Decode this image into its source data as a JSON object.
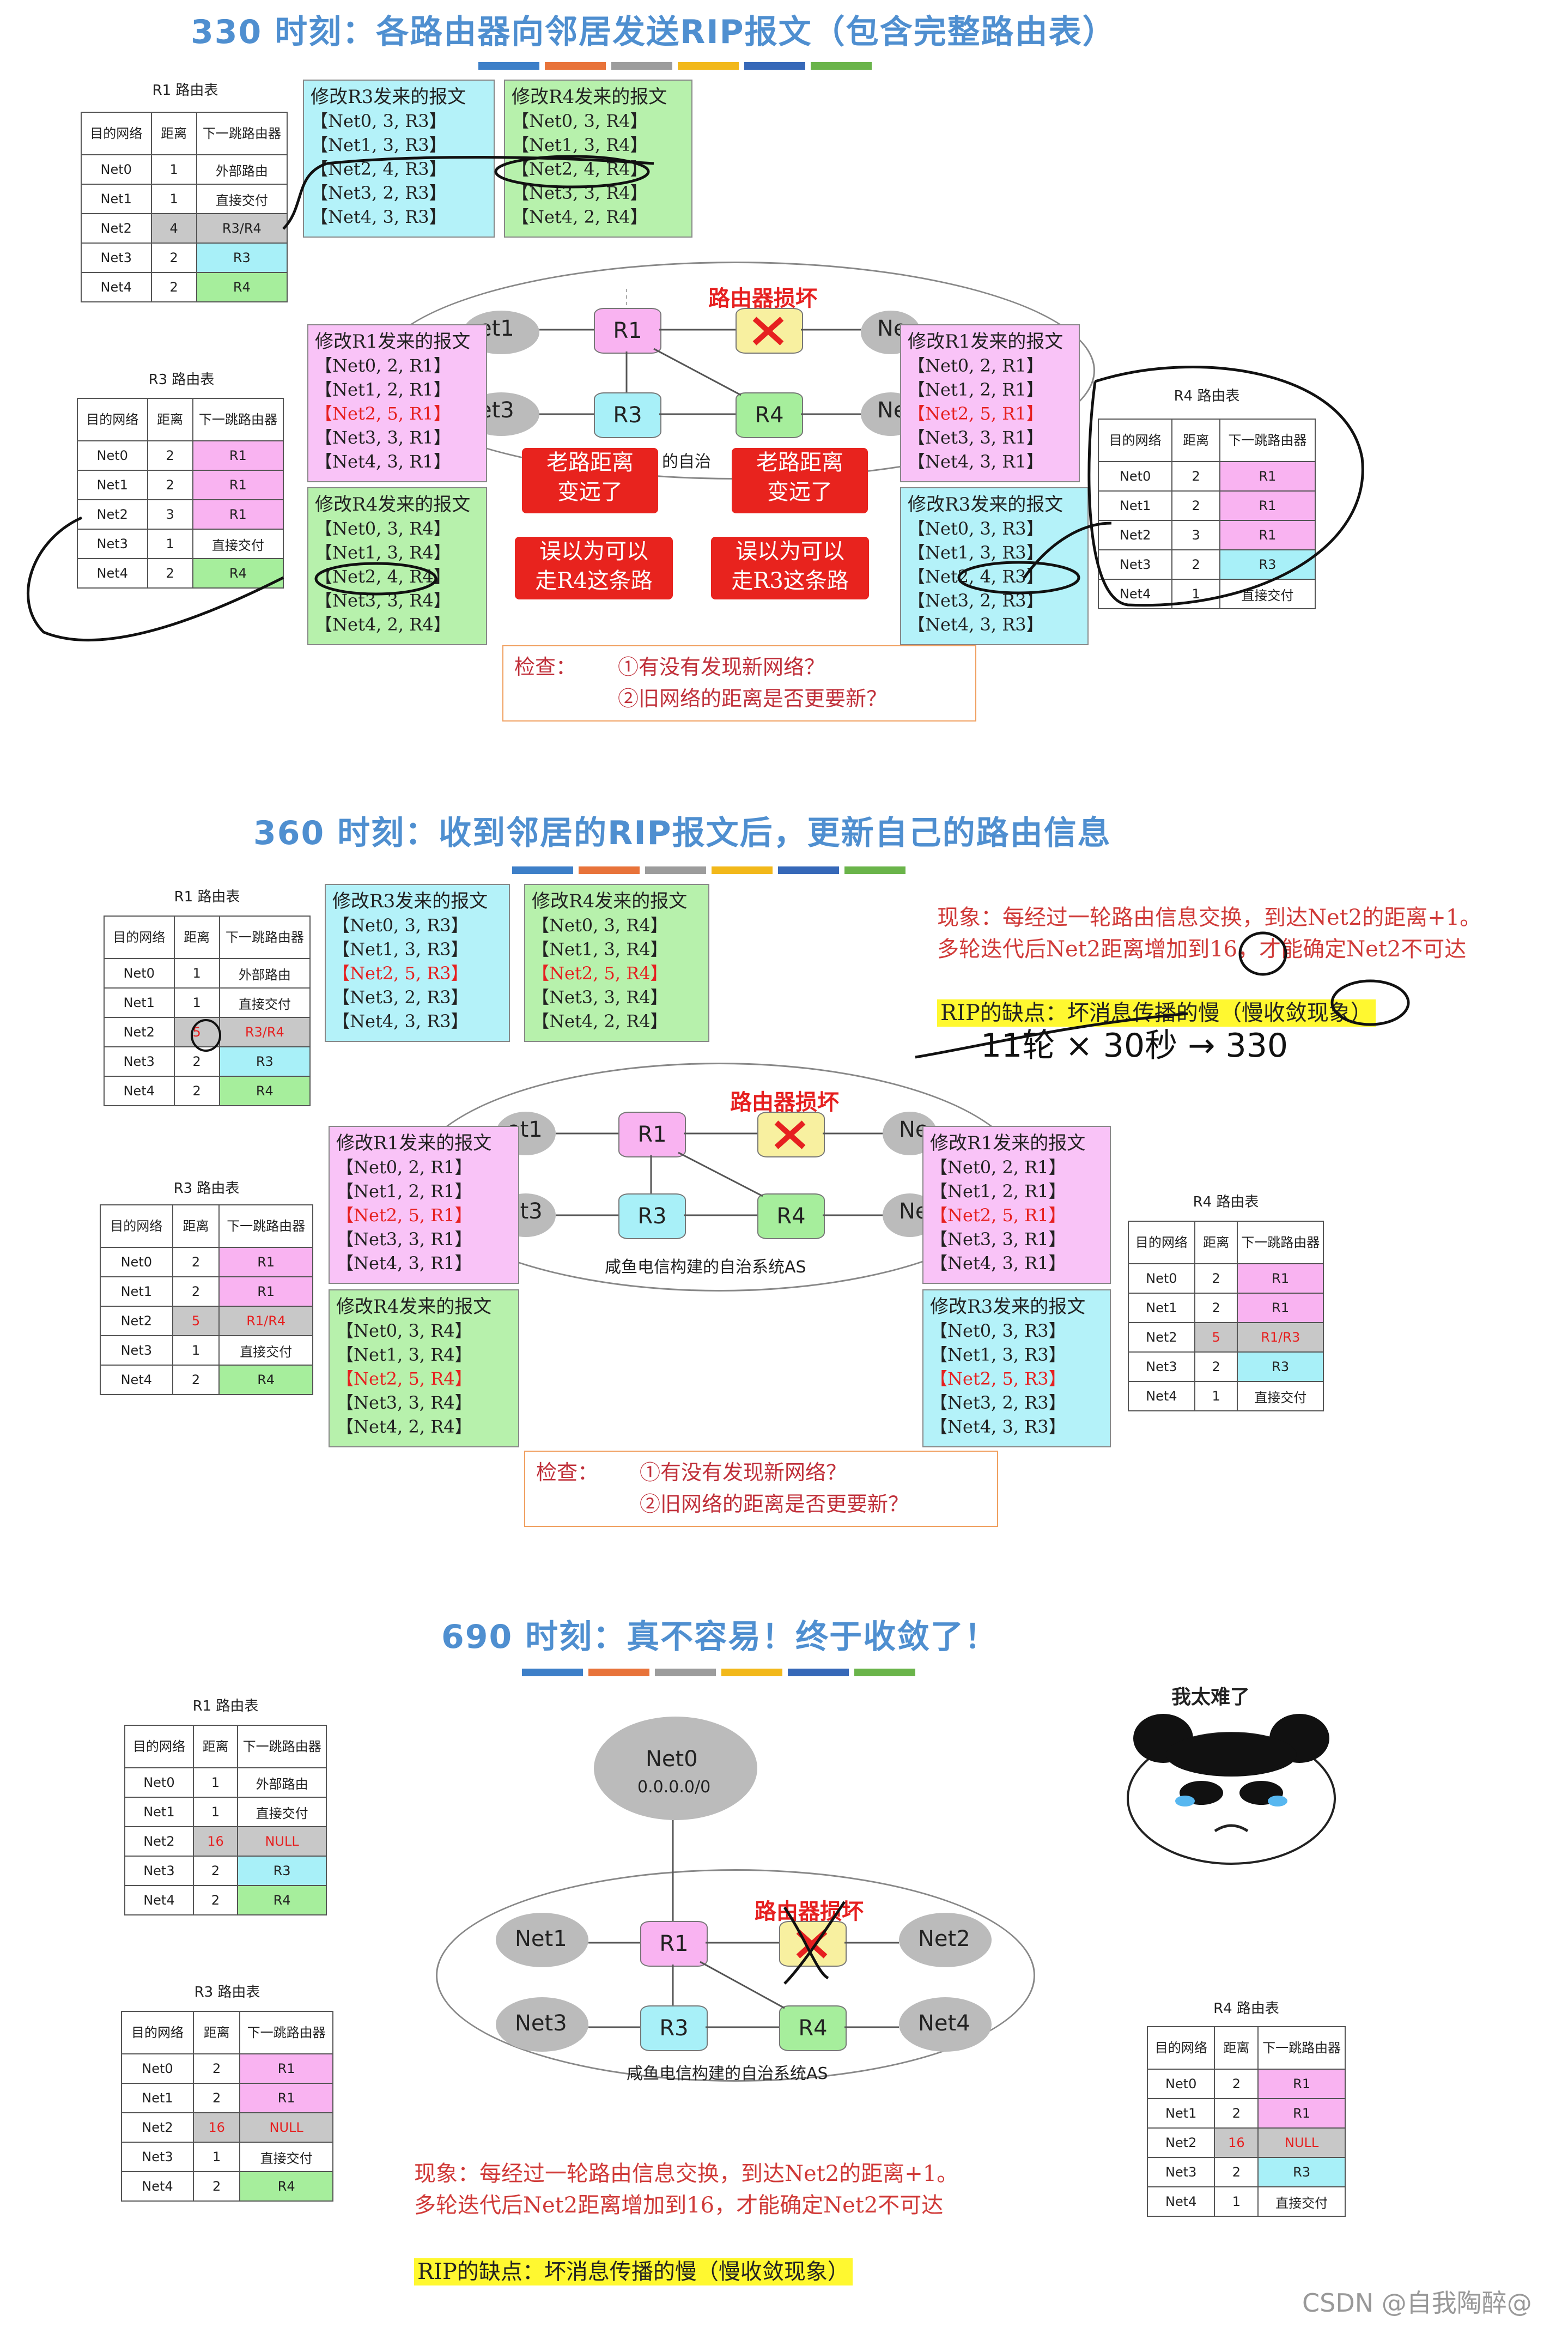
{
  "sections": [
    {
      "title": "330 时刻：各路由器向邻居发送RIP报文（包含完整路由表）"
    },
    {
      "title": "360 时刻：收到邻居的RIP报文后，更新自己的路由信息"
    },
    {
      "title": "690 时刻：真不容易！终于收敛了！"
    }
  ],
  "bar_colors": [
    "#3d7fc8",
    "#e8733a",
    "#9c9c9c",
    "#f2b81a",
    "#3668b8",
    "#6ab44a"
  ],
  "table_headers": {
    "dest": "目的网络",
    "dist": "距离",
    "hop": "下一跳路由器"
  },
  "rt330": {
    "r1": {
      "caption": "R1 路由表",
      "rows": [
        [
          "Net0",
          "1",
          "外部路由"
        ],
        [
          "Net1",
          "1",
          "直接交付"
        ],
        [
          "Net2",
          "4",
          "R3/R4"
        ],
        [
          "Net3",
          "2",
          "R3"
        ],
        [
          "Net4",
          "2",
          "R4"
        ]
      ]
    },
    "r3": {
      "caption": "R3 路由表",
      "rows": [
        [
          "Net0",
          "2",
          "R1"
        ],
        [
          "Net1",
          "2",
          "R1"
        ],
        [
          "Net2",
          "3",
          "R1"
        ],
        [
          "Net3",
          "1",
          "直接交付"
        ],
        [
          "Net4",
          "2",
          "R4"
        ]
      ]
    },
    "r4": {
      "caption": "R4 路由表",
      "rows": [
        [
          "Net0",
          "2",
          "R1"
        ],
        [
          "Net1",
          "2",
          "R1"
        ],
        [
          "Net2",
          "3",
          "R1"
        ],
        [
          "Net3",
          "2",
          "R3"
        ],
        [
          "Net4",
          "1",
          "直接交付"
        ]
      ]
    }
  },
  "rt360": {
    "r1": {
      "caption": "R1 路由表",
      "rows": [
        [
          "Net0",
          "1",
          "外部路由"
        ],
        [
          "Net1",
          "1",
          "直接交付"
        ],
        [
          "Net2",
          "5",
          "R3/R4"
        ],
        [
          "Net3",
          "2",
          "R3"
        ],
        [
          "Net4",
          "2",
          "R4"
        ]
      ]
    },
    "r3": {
      "caption": "R3 路由表",
      "rows": [
        [
          "Net0",
          "2",
          "R1"
        ],
        [
          "Net1",
          "2",
          "R1"
        ],
        [
          "Net2",
          "5",
          "R1/R4"
        ],
        [
          "Net3",
          "1",
          "直接交付"
        ],
        [
          "Net4",
          "2",
          "R4"
        ]
      ]
    },
    "r4": {
      "caption": "R4 路由表",
      "rows": [
        [
          "Net0",
          "2",
          "R1"
        ],
        [
          "Net1",
          "2",
          "R1"
        ],
        [
          "Net2",
          "5",
          "R1/R3"
        ],
        [
          "Net3",
          "2",
          "R3"
        ],
        [
          "Net4",
          "1",
          "直接交付"
        ]
      ]
    }
  },
  "rt690": {
    "r1": {
      "caption": "R1 路由表",
      "rows": [
        [
          "Net0",
          "1",
          "外部路由"
        ],
        [
          "Net1",
          "1",
          "直接交付"
        ],
        [
          "Net2",
          "16",
          "NULL"
        ],
        [
          "Net3",
          "2",
          "R3"
        ],
        [
          "Net4",
          "2",
          "R4"
        ]
      ]
    },
    "r3": {
      "caption": "R3 路由表",
      "rows": [
        [
          "Net0",
          "2",
          "R1"
        ],
        [
          "Net1",
          "2",
          "R1"
        ],
        [
          "Net2",
          "16",
          "NULL"
        ],
        [
          "Net3",
          "1",
          "直接交付"
        ],
        [
          "Net4",
          "2",
          "R4"
        ]
      ]
    },
    "r4": {
      "caption": "R4 路由表",
      "rows": [
        [
          "Net0",
          "2",
          "R1"
        ],
        [
          "Net1",
          "2",
          "R1"
        ],
        [
          "Net2",
          "16",
          "NULL"
        ],
        [
          "Net3",
          "2",
          "R3"
        ],
        [
          "Net4",
          "1",
          "直接交付"
        ]
      ]
    }
  },
  "msg330": {
    "r3": {
      "head": "修改R3发来的报文",
      "lines": [
        "【Net0, 3, R3】",
        "【Net1, 3, R3】",
        "【Net2, 4, R3】",
        "【Net3, 2, R3】",
        "【Net4, 3, R3】"
      ]
    },
    "r4": {
      "head": "修改R4发来的报文",
      "lines": [
        "【Net0, 3, R4】",
        "【Net1, 3, R4】",
        "【Net2, 4, R4】",
        "【Net3, 3, R4】",
        "【Net4, 2, R4】"
      ]
    },
    "r1a": {
      "head": "修改R1发来的报文",
      "lines": [
        "【Net0, 2, R1】",
        "【Net1, 2, R1】",
        "【Net2, 5, R1】",
        "【Net3, 3, R1】",
        "【Net4, 3, R1】"
      ]
    },
    "r4a": {
      "head": "修改R4发来的报文",
      "lines": [
        "【Net0, 3, R4】",
        "【Net1, 3, R4】",
        "【Net2, 4, R4】",
        "【Net3, 3, R4】",
        "【Net4, 2, R4】"
      ]
    },
    "r1b": {
      "head": "修改R1发来的报文",
      "lines": [
        "【Net0, 2, R1】",
        "【Net1, 2, R1】",
        "【Net2, 5, R1】",
        "【Net3, 3, R1】",
        "【Net4, 3, R1】"
      ]
    },
    "r3b": {
      "head": "修改R3发来的报文",
      "lines": [
        "【Net0, 3, R3】",
        "【Net1, 3, R3】",
        "【Net2, 4, R3】",
        "【Net3, 2, R3】",
        "【Net4, 3, R3】"
      ]
    }
  },
  "msg360": {
    "r3": {
      "head": "修改R3发来的报文",
      "lines": [
        "【Net0, 3, R3】",
        "【Net1, 3, R3】",
        "【Net2, 5, R3】",
        "【Net3, 2, R3】",
        "【Net4, 3, R3】"
      ]
    },
    "r4": {
      "head": "修改R4发来的报文",
      "lines": [
        "【Net0, 3, R4】",
        "【Net1, 3, R4】",
        "【Net2, 5, R4】",
        "【Net3, 3, R4】",
        "【Net4, 2, R4】"
      ]
    },
    "r1a": {
      "head": "修改R1发来的报文",
      "lines": [
        "【Net0, 2, R1】",
        "【Net1, 2, R1】",
        "【Net2, 5, R1】",
        "【Net3, 3, R1】",
        "【Net4, 3, R1】"
      ]
    },
    "r4a": {
      "head": "修改R4发来的报文",
      "lines": [
        "【Net0, 3, R4】",
        "【Net1, 3, R4】",
        "【Net2, 5, R4】",
        "【Net3, 3, R4】",
        "【Net4, 2, R4】"
      ]
    },
    "r1b": {
      "head": "修改R1发来的报文",
      "lines": [
        "【Net0, 2, R1】",
        "【Net1, 2, R1】",
        "【Net2, 5, R1】",
        "【Net3, 3, R1】",
        "【Net4, 3, R1】"
      ]
    },
    "r3b": {
      "head": "修改R3发来的报文",
      "lines": [
        "【Net0, 3, R3】",
        "【Net1, 3, R3】",
        "【Net2, 5, R3】",
        "【Net3, 2, R3】",
        "【Net4, 3, R3】"
      ]
    }
  },
  "callouts": {
    "far_left": "老路距离\n变远了",
    "far_right": "老路距离\n变远了",
    "mis_left": "误以为可以\n走R4这条路",
    "mis_right": "误以为可以\n走R3这条路"
  },
  "check": {
    "label": "检查：",
    "q1": "①有没有发现新网络？",
    "q2": "②旧网络的距离是否更要新？"
  },
  "note": {
    "line1": "现象：每经过一轮路由信息交换，到达Net2的距离+1。",
    "line2": "多轮迭代后Net2距离增加到16，才能确定Net2不可达",
    "rip": "RIP的缺点：坏消息传播的慢（慢收敛现象）",
    "handwriting": "11轮 × 30秒 → 330"
  },
  "diagram": {
    "broken": "路由器损坏",
    "as_label": "咸鱼电信构建的自治系统AS",
    "as_label_short": "的自治",
    "r1": "R1",
    "r3": "R3",
    "r4": "R4",
    "net0": "Net0",
    "net0_addr": "0.0.0.0/0",
    "net1": "Net1",
    "net2": "Net2",
    "net3": "Net3",
    "net4": "Net4",
    "net1_part": "et1",
    "net3_part": "et3",
    "ne_part": "Ne"
  },
  "panda_caption": "我太难了",
  "watermark": "CSDN @自我陶醉@"
}
